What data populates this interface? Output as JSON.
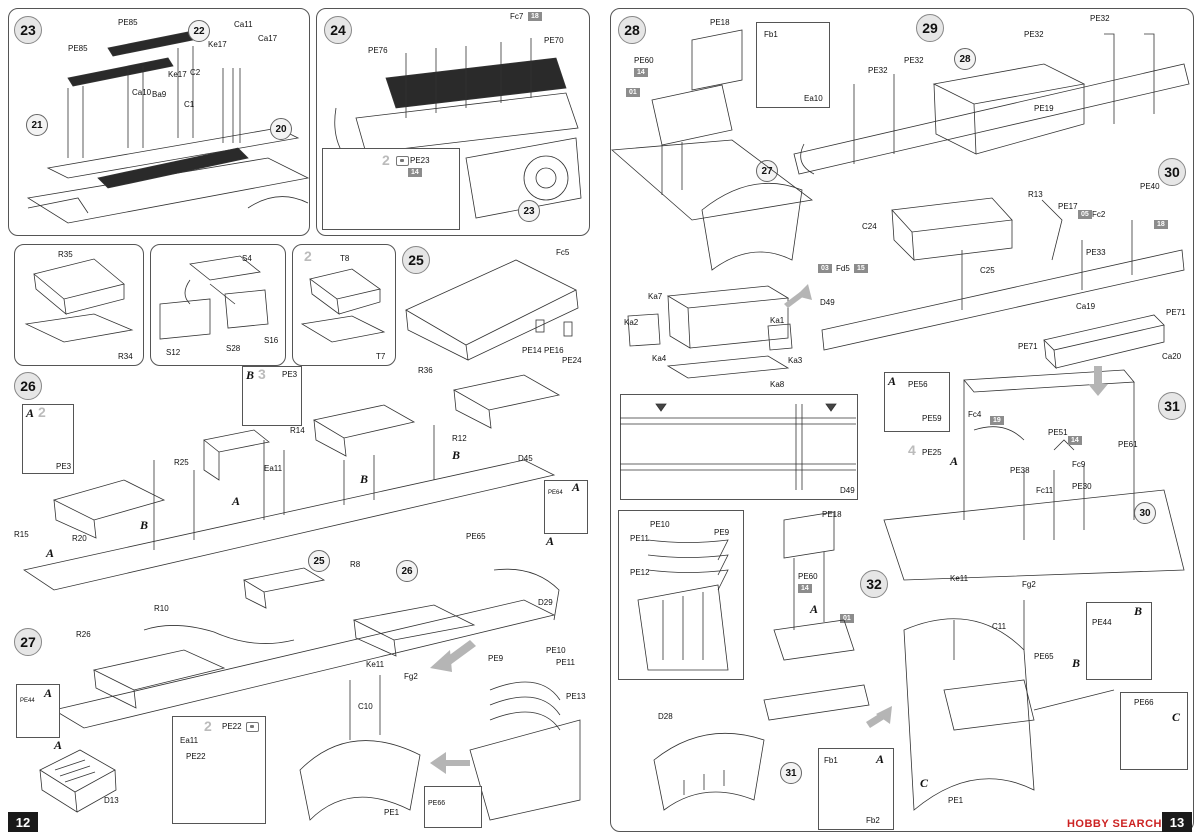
{
  "pages": {
    "left_number": "12",
    "right_number": "13"
  },
  "brand": {
    "logo_text": "HOBBY SEARCH",
    "red": "#cc2222"
  },
  "steps": {
    "s20": "20",
    "s21": "21",
    "s22": "22",
    "s23": "23",
    "s24": "24",
    "s25": "25",
    "s26": "26",
    "s27": "27",
    "s28": "28",
    "s29": "29",
    "s30": "30",
    "s31": "31",
    "s32": "32"
  },
  "labels": {
    "pe85a": "PE85",
    "pe85b": "PE85",
    "ca11": "Ca11",
    "ca17": "Ca17",
    "ke17a": "Ke17",
    "ke17b": "Ke17",
    "c2": "C2",
    "ca10": "Ca10",
    "ba9": "Ba9",
    "c1": "C1",
    "fc7": "Fc7",
    "pe70": "PE70",
    "pe76": "PE76",
    "pe23": "PE23",
    "r35": "R35",
    "r34": "R34",
    "s4": "S4",
    "s12": "S12",
    "s28": "S28",
    "s16": "S16",
    "t8": "T8",
    "t7": "T7",
    "fc5": "Fc5",
    "pe14": "PE14",
    "pe16": "PE16",
    "pe24": "PE24",
    "pe3a": "PE3",
    "pe3b": "PE3",
    "r36": "R36",
    "r14": "R14",
    "r12": "R12",
    "r25": "R25",
    "ea11": "Ea11",
    "d45": "D45",
    "r15": "R15",
    "r20": "R20",
    "pe64": "PE64",
    "pe65": "PE65",
    "d29": "D29",
    "r8": "R8",
    "r10": "R10",
    "r26": "R26",
    "pe44a": "PE44",
    "ke11a": "Ke11",
    "fg2a": "Fg2",
    "c10": "C10",
    "pe10a": "PE10",
    "pe9a": "PE9",
    "pe11a": "PE11",
    "pe13": "PE13",
    "ea11b": "Ea11",
    "pe22a": "PE22",
    "pe22b": "PE22",
    "d13": "D13",
    "pe66a": "PE66",
    "pe1a": "PE1",
    "pe18a": "PE18",
    "pe60a": "PE60",
    "fb1a": "Fb1",
    "ea10": "Ea10",
    "pe32a": "PE32",
    "pe32b": "PE32",
    "pe32c": "PE32",
    "pe32d": "PE32",
    "pe19": "PE19",
    "ka7": "Ka7",
    "ka1": "Ka1",
    "ka2": "Ka2",
    "ka4": "Ka4",
    "ka3": "Ka3",
    "ka8": "Ka8",
    "fd5": "Fd5",
    "d49a": "D49",
    "d49b": "D49",
    "c24": "C24",
    "r13": "R13",
    "c25": "C25",
    "pe17": "PE17",
    "fc2": "Fc2",
    "pe40": "PE40",
    "pe33": "PE33",
    "ca19": "Ca19",
    "pe71a": "PE71",
    "pe71b": "PE71",
    "ca20": "Ca20",
    "pe56": "PE56",
    "pe59": "PE59",
    "fc4": "Fc4",
    "pe51": "PE51",
    "pe61": "PE61",
    "pe25": "PE25",
    "pe38": "PE38",
    "fc11": "Fc11",
    "fc9": "Fc9",
    "pe30": "PE30",
    "pe10b": "PE10",
    "pe9b": "PE9",
    "pe11b": "PE11",
    "pe12": "PE12",
    "pe18b": "PE18",
    "pe60b": "PE60",
    "ke11b": "Ke11",
    "fg2b": "Fg2",
    "c11": "C11",
    "pe65b": "PE65",
    "pe44b": "PE44",
    "pe66b": "PE66",
    "d28": "D28",
    "fb1b": "Fb1",
    "fb2": "Fb2",
    "pe1b": "PE1"
  },
  "badges": {
    "b18": "18",
    "b14a": "14",
    "b01a": "01",
    "b14b": "14",
    "b03": "03",
    "b15": "15",
    "b05": "05",
    "b18b": "18",
    "b19": "19",
    "b14c": "14",
    "b14d": "14",
    "b01b": "01"
  },
  "letters": {
    "a": "A",
    "b": "B",
    "c": "C"
  },
  "qty": {
    "x2": "2",
    "x3": "3",
    "x4": "4"
  },
  "colors": {
    "line": "#333333",
    "mesh": "#2a2a2a",
    "gray_arrow": "#b5b5b5",
    "frame": "#555555"
  }
}
